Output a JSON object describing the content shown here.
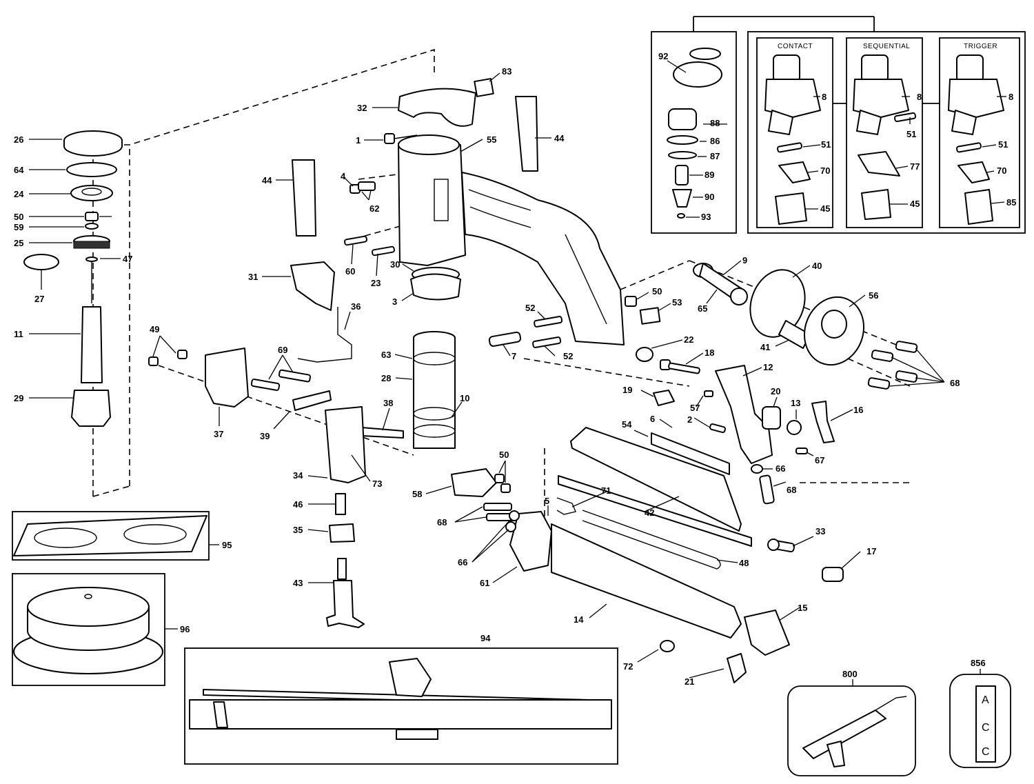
{
  "headers": {
    "contact": "CONTACT",
    "sequential": "SEQUENTIAL",
    "trigger": "TRIGGER"
  },
  "parts": {
    "p1": "1",
    "p2": "2",
    "p3": "3",
    "p4": "4",
    "p5": "5",
    "p6": "6",
    "p7": "7",
    "p8a": "8",
    "p8b": "8",
    "p8c": "8",
    "p9": "9",
    "p10": "10",
    "p11": "11",
    "p12": "12",
    "p13": "13",
    "p14": "14",
    "p15": "15",
    "p16": "16",
    "p17": "17",
    "p18": "18",
    "p19": "19",
    "p20": "20",
    "p21": "21",
    "p22": "22",
    "p23": "23",
    "p24": "24",
    "p25": "25",
    "p26": "26",
    "p27": "27",
    "p28": "28",
    "p29": "29",
    "p30": "30",
    "p31": "31",
    "p32": "32",
    "p33": "33",
    "p34": "34",
    "p35": "35",
    "p36": "36",
    "p37": "37",
    "p38": "38",
    "p39": "39",
    "p40": "40",
    "p41": "41",
    "p42": "42",
    "p43": "43",
    "p44a": "44",
    "p44b": "44",
    "p45a": "45",
    "p45b": "45",
    "p46": "46",
    "p47": "47",
    "p48": "48",
    "p49": "49",
    "p50a": "50",
    "p50b": "50",
    "p50c": "50",
    "p51a": "51",
    "p51b": "51",
    "p51c": "51",
    "p52a": "52",
    "p52b": "52",
    "p53": "53",
    "p54": "54",
    "p55": "55",
    "p56": "56",
    "p57": "57",
    "p58": "58",
    "p59": "59",
    "p60": "60",
    "p61": "61",
    "p62": "62",
    "p63": "63",
    "p64": "64",
    "p65": "65",
    "p66a": "66",
    "p66b": "66",
    "p67": "67",
    "p68a": "68",
    "p68b": "68",
    "p68c": "68",
    "p69": "69",
    "p70a": "70",
    "p70b": "70",
    "p71": "71",
    "p72": "72",
    "p73": "73",
    "p77": "77",
    "p83": "83",
    "p85": "85",
    "p86": "86",
    "p87": "87",
    "p88": "88",
    "p89": "89",
    "p90": "90",
    "p92": "92",
    "p93": "93",
    "p94": "94",
    "p95": "95",
    "p96": "96",
    "p800": "800",
    "p856": "856"
  },
  "label_lettering": [
    "A",
    "C",
    "C"
  ]
}
